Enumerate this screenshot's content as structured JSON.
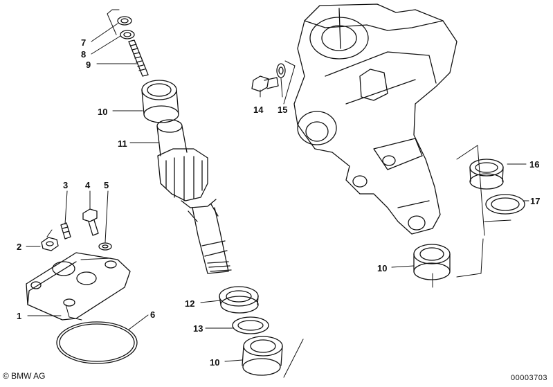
{
  "labels": {
    "p1": "1",
    "p2": "2",
    "p3": "3",
    "p4": "4",
    "p5": "5",
    "p6": "6",
    "p7": "7",
    "p8": "8",
    "p9": "9",
    "p10a": "10",
    "p10b": "10",
    "p10c": "10",
    "p11": "11",
    "p12": "12",
    "p13": "13",
    "p14": "14",
    "p15": "15",
    "p16": "16",
    "p17": "17"
  },
  "footer": {
    "brand": "© BMW AG",
    "catalog_number": "00003703"
  }
}
